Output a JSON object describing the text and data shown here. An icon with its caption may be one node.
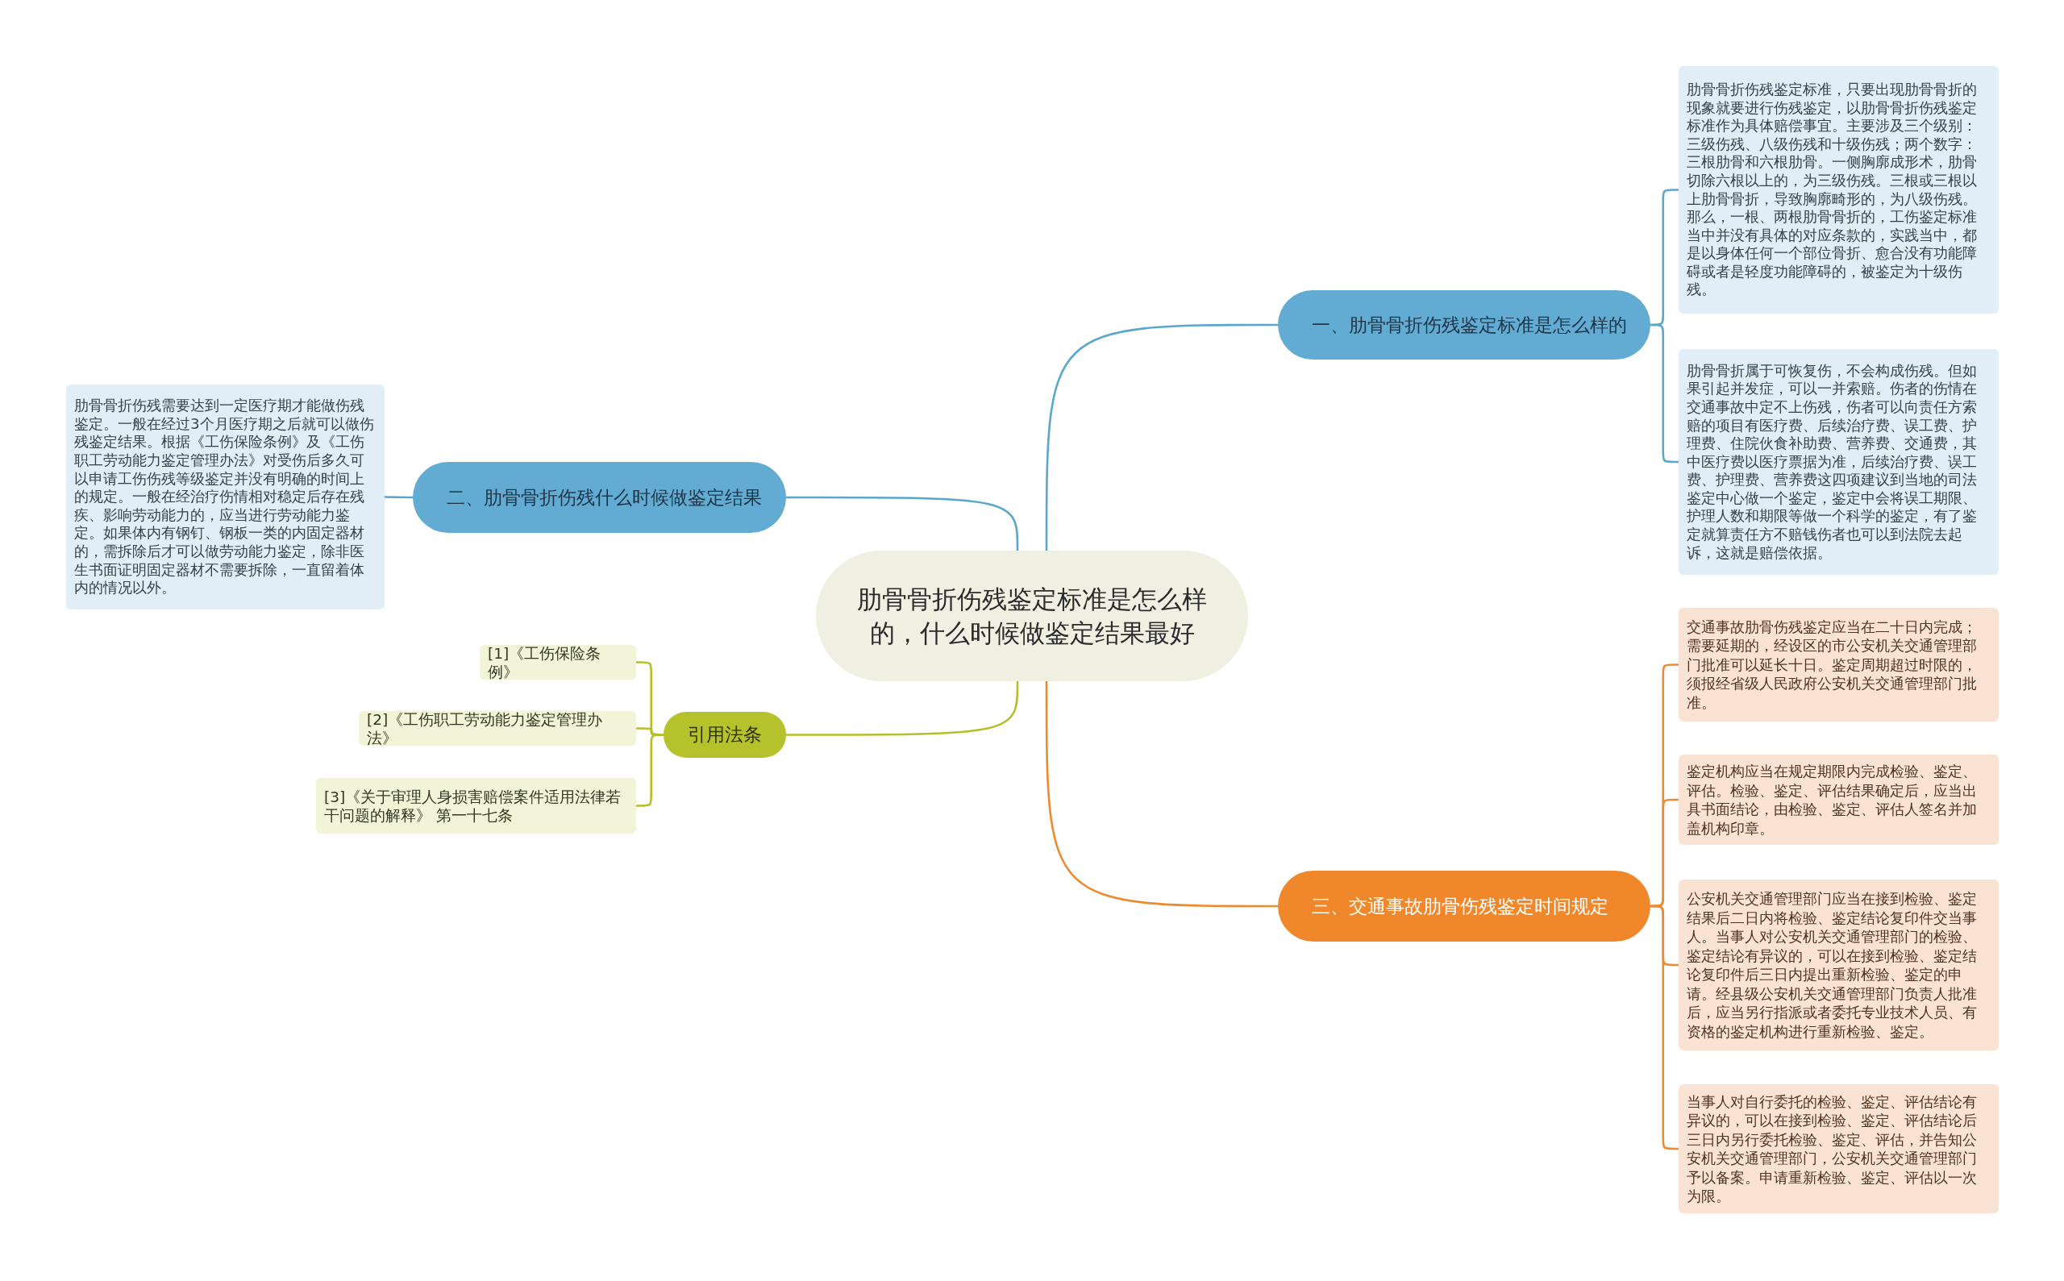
{
  "diagram": {
    "nodes": [
      {
        "text": [
          "肋骨骨折伤残鉴定标准是怎么样的，什么时候做鉴定结果最好"
        ]
      },
      {
        "text": [
          "一、肋骨骨折伤残鉴定标准是怎么样的"
        ]
      },
      {
        "text": [
          "肋骨骨折伤残鉴定标准，只要出现肋骨骨折的现象就要进行伤残鉴定，以肋骨骨折伤残鉴定标准作为具体赔偿事宜。主要涉及三个级别：三级伤残、八级伤残和十级伤残；两个数字：三根肋骨和六根肋骨。一侧胸廓成形术，肋骨切除六根以上的，为三级伤残。三根或三根以上肋骨骨折，导致胸廓畸形的，为八级伤残。那么，一根、两根肋骨骨折的，工伤鉴定标准当中并没有具体的对应条款的，实践当中，都是以身体任何一个部位骨折、愈合没有功能障碍或者是轻度功能障碍的，被鉴定为十级伤残。"
        ]
      },
      {
        "text": [
          "肋骨骨折属于可恢复伤，不会构成伤残。但如果引起并发症，可以一并索赔。伤者的伤情在交通事故中定不上伤残，伤者可以向责任方索赔的项目有医疗费、后续治疗费、误工费、护理费、住院伙食补助费、营养费、交通费，其中医疗费以医疗票据为准，后续治疗费、误工费、护理费、营养费这四项建议到当地的司法鉴定中心做一个鉴定，鉴定中会将误工期限、护理人数和期限等做一个科学的鉴定，有了鉴定就算责任方不赔钱伤者也可以到法院去起诉，这就是赔偿依据。"
        ]
      },
      {
        "text": [
          "二、肋骨骨折伤残什么时候做鉴定结果"
        ]
      },
      {
        "text": [
          "肋骨骨折伤残需要达到一定医疗期才能做伤残鉴定。一般在经过3个月医疗期之后就可以做伤残鉴定结果。根据《工伤保险条例》及《工伤职工劳动能力鉴定管理办法》对受伤后多久可以申请工伤伤残等级鉴定并没有明确的时间上的规定。一般在经治疗伤情相对稳定后存在残疾、影响劳动能力的，应当进行劳动能力鉴定。如果体内有钢钉、钢板一类的内固定器材的，需拆除后才可以做劳动能力鉴定，除非医生书面证明固定器材不需要拆除，一直留着体内的情况以外。"
        ]
      },
      {
        "text": [
          "引用法条"
        ]
      },
      {
        "text": [
          "[1]《工伤保险条例》"
        ]
      },
      {
        "text": [
          "[2]《工伤职工劳动能力鉴定管理办法》"
        ]
      },
      {
        "text": [
          "[3]《关于审理人身损害赔偿案件适用法律若干问题的解释》 第一十七条"
        ]
      },
      {
        "text": [
          "三、交通事故肋骨伤残鉴定时间规定"
        ]
      },
      {
        "text": [
          "交通事故肋骨伤残鉴定应当在二十日内完成；需要延期的，经设区的市公安机关交通管理部门批准可以延长十日。鉴定周期超过时限的，须报经省级人民政府公安机关交通管理部门批准。"
        ]
      },
      {
        "text": [
          "鉴定机构应当在规定期限内完成检验、鉴定、评估。检验、鉴定、评估结果确定后，应当出具书面结论，由检验、鉴定、评估人签名并加盖机构印章。"
        ]
      },
      {
        "text": [
          "公安机关交通管理部门应当在接到检验、鉴定结果后二日内将检验、鉴定结论复印件交当事人。当事人对公安机关交通管理部门的检验、鉴定结论有异议的，可以在接到检验、鉴定结论复印件后三日内提出重新检验、鉴定的申请。经县级公安机关交通管理部门负责人批准后，应当另行指派或者委托专业技术人员、有资格的鉴定机构进行重新检验、鉴定。"
        ]
      },
      {
        "text": [
          "当事人对自行委托的检验、鉴定、评估结论有异议的，可以在接到检验、鉴定、评估结论后三日内另行委托检验、鉴定、评估，并告知公安机关交通管理部门，公安机关交通管理部门予以备案。申请重新检验、鉴定、评估以一次为限。"
        ]
      }
    ],
    "edges": [
      {
        "from": 0,
        "to": 1,
        "arrow": "none",
        "color": "#5aa6cc"
      },
      {
        "from": 1,
        "to": 2,
        "arrow": "none",
        "color": "#5aa6cc"
      },
      {
        "from": 1,
        "to": 3,
        "arrow": "none",
        "color": "#5aa6cc"
      },
      {
        "from": 0,
        "to": 4,
        "arrow": "none",
        "color": "#5aa6cc"
      },
      {
        "from": 4,
        "to": 5,
        "arrow": "none",
        "color": "#5aa6cc"
      },
      {
        "from": 0,
        "to": 6,
        "arrow": "none",
        "color": "#b4c02a"
      },
      {
        "from": 6,
        "to": 7,
        "arrow": "none",
        "color": "#b4c02a"
      },
      {
        "from": 6,
        "to": 8,
        "arrow": "none",
        "color": "#b4c02a"
      },
      {
        "from": 6,
        "to": 9,
        "arrow": "none",
        "color": "#b4c02a"
      },
      {
        "from": 0,
        "to": 10,
        "arrow": "none",
        "color": "#ee8a2e"
      },
      {
        "from": 10,
        "to": 11,
        "arrow": "none",
        "color": "#ee8a2e"
      },
      {
        "from": 10,
        "to": 12,
        "arrow": "none",
        "color": "#ee8a2e"
      },
      {
        "from": 10,
        "to": 13,
        "arrow": "none",
        "color": "#ee8a2e"
      },
      {
        "from": 10,
        "to": 14,
        "arrow": "none",
        "color": "#ee8a2e"
      }
    ]
  }
}
